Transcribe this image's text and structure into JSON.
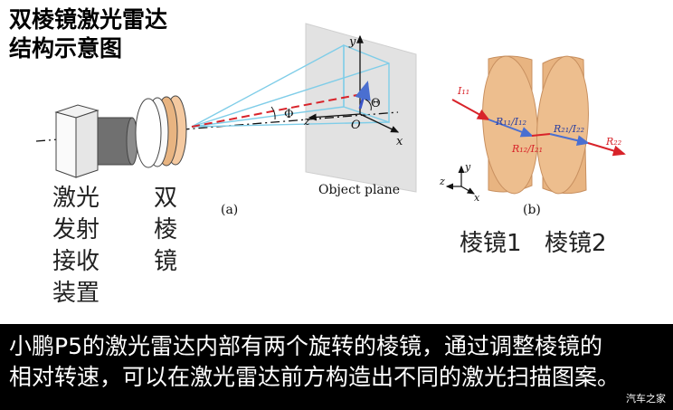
{
  "title": "双棱镜激光雷达\n结构示意图",
  "labels": {
    "transceiver": "激光\n发射\n接收\n装置",
    "double_prism": "双\n棱\n镜",
    "prism1": "棱镜1",
    "prism2": "棱镜2"
  },
  "figure_a": {
    "tag": "(a)",
    "object_plane": "Object plane",
    "axis_x": "x",
    "axis_y": "y",
    "axis_z": "z",
    "origin": "O",
    "phi": "Φ",
    "theta": "Θ"
  },
  "figure_b": {
    "tag": "(b)",
    "I11": "I₁₁",
    "R11I12": "R₁₁/I₁₂",
    "R12I21": "R₁₂/I₂₁",
    "R21I22": "R₂₁/I₂₂",
    "R22": "R₂₂",
    "axis_y": "y",
    "axis_z": "z",
    "axis_x": "x"
  },
  "caption": {
    "line1": "小鹏P5的激光雷达内部有两个旋转的棱镜，通过调整棱镜的",
    "line2": "相对转速，可以在激光雷达前方构造出不同的激光扫描图案。"
  },
  "watermark": "汽车之家",
  "colors": {
    "prism_fill": "#e8b481",
    "beam_red": "#d8232a",
    "beam_blue": "#5b88d6",
    "cone_cyan": "#7fcde8",
    "plane_gray": "#e2e2e2",
    "caption_bg": "#000000"
  }
}
